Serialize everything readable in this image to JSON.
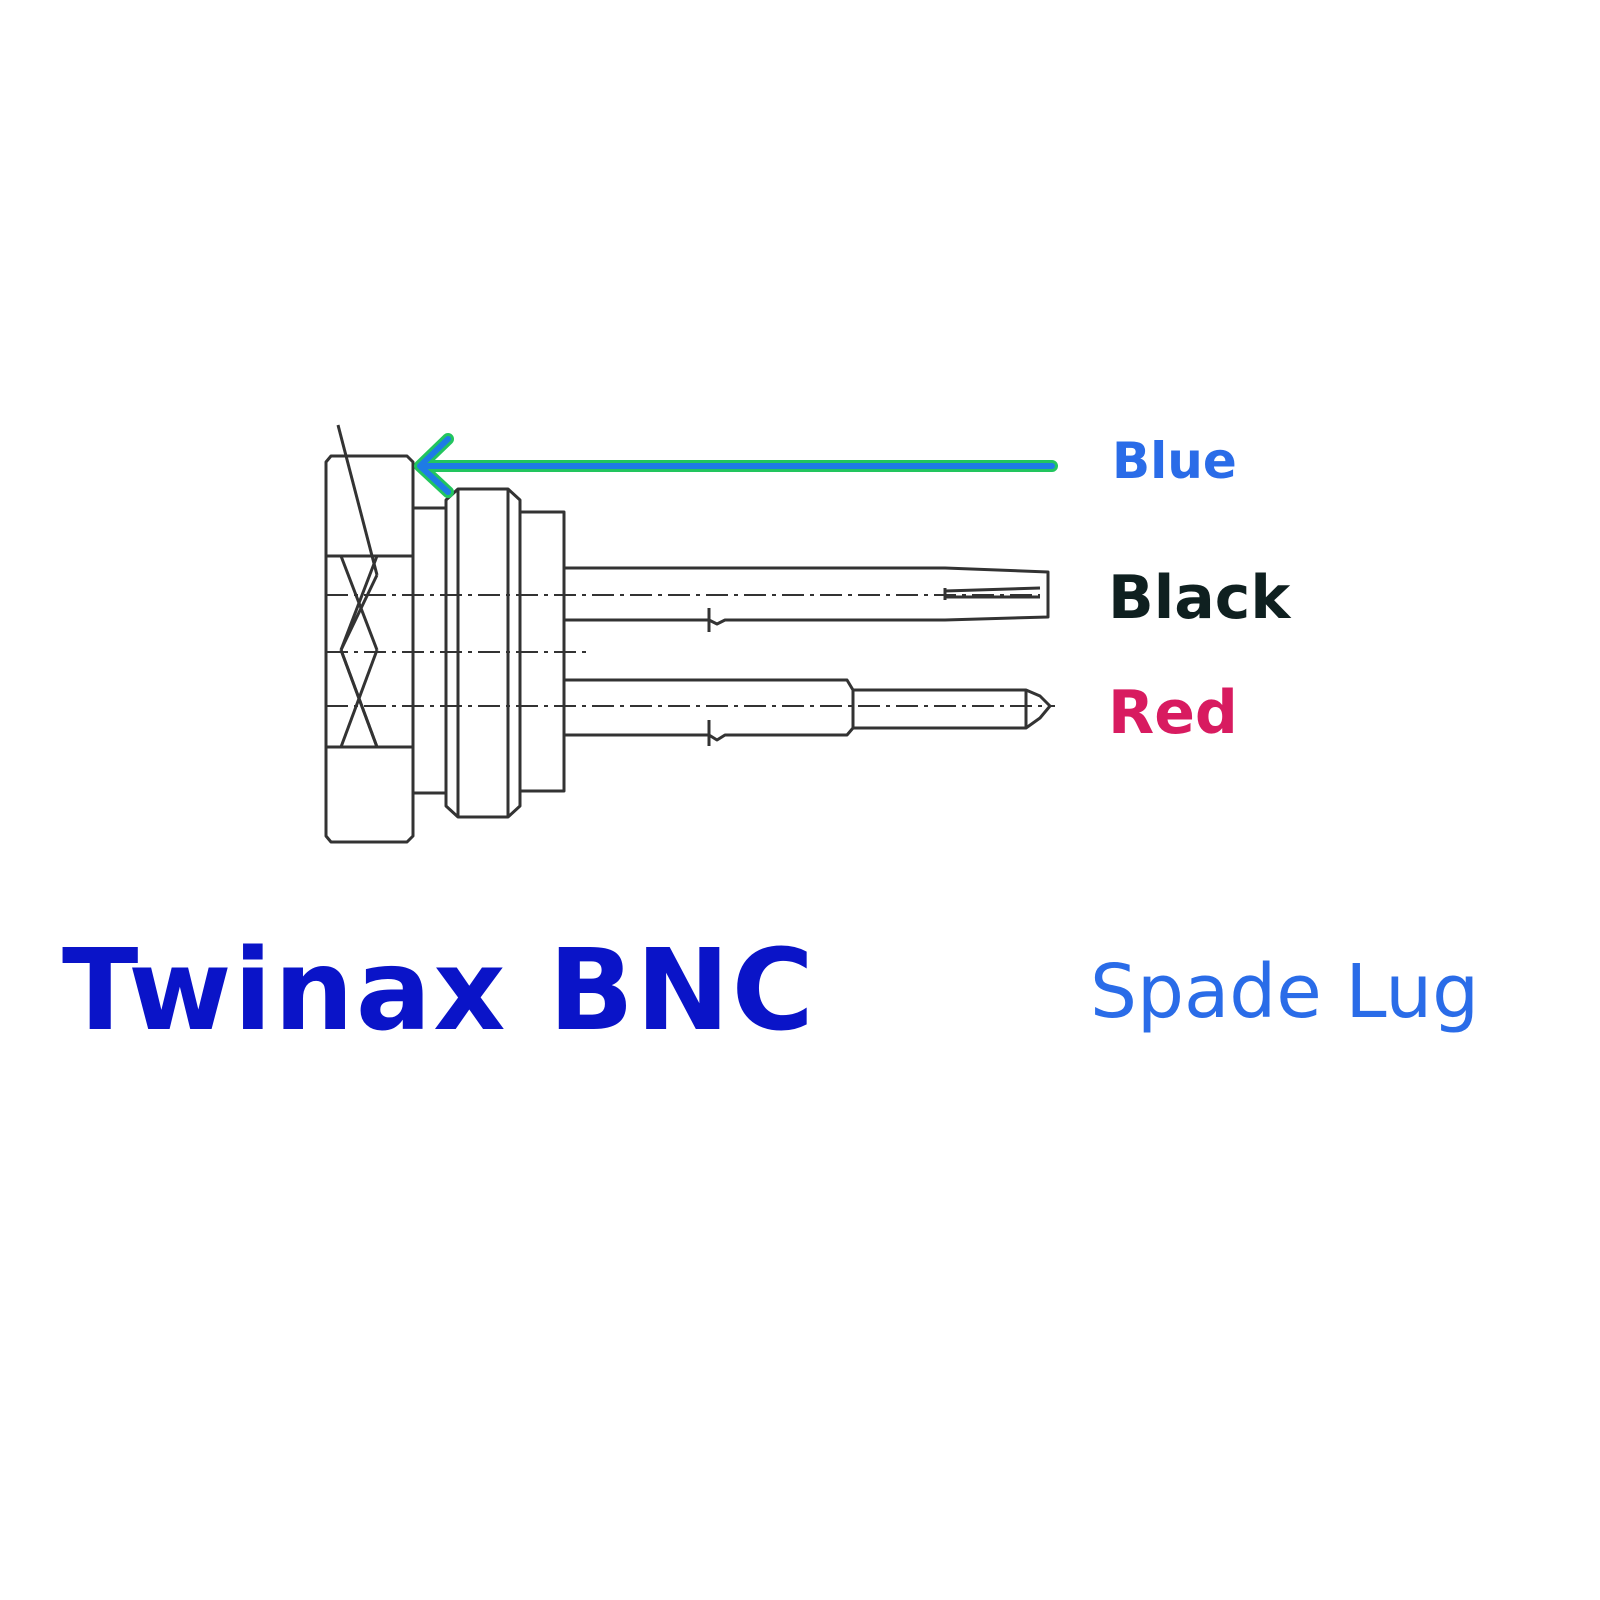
{
  "title": "Twinax BNC",
  "subtitle": "Spade Lug",
  "wires": [
    {
      "label": "Blue",
      "color": "#2a6ce8"
    },
    {
      "label": "Black",
      "color": "#0f2020"
    },
    {
      "label": "Red",
      "color": "#d81b60"
    }
  ],
  "colors": {
    "title": "#0a14c8",
    "subtitle": "#2a6ce8",
    "arrow": "#1e7be6",
    "arrow_outline": "#22c55e",
    "drawing": "#333333",
    "background": "#ffffff"
  }
}
